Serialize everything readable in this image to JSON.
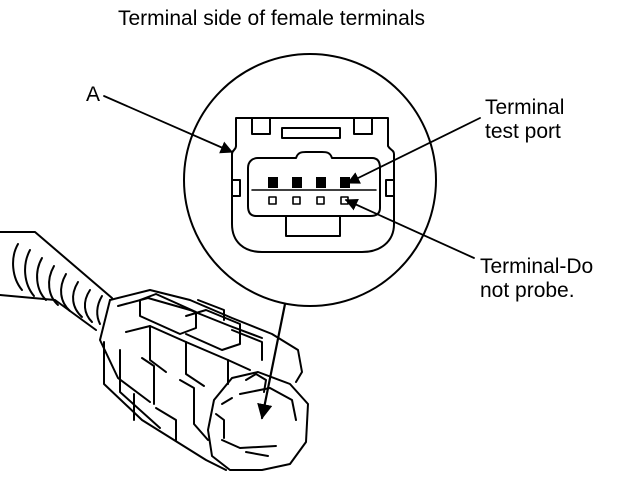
{
  "title": "Terminal side of female terminals",
  "labels": {
    "a": "A",
    "test_port_line1": "Terminal",
    "test_port_line2": "test port",
    "do_not_probe_line1": "Terminal-Do",
    "do_not_probe_line2": "not probe."
  },
  "colors": {
    "ink": "#000000",
    "paper": "#ffffff"
  }
}
